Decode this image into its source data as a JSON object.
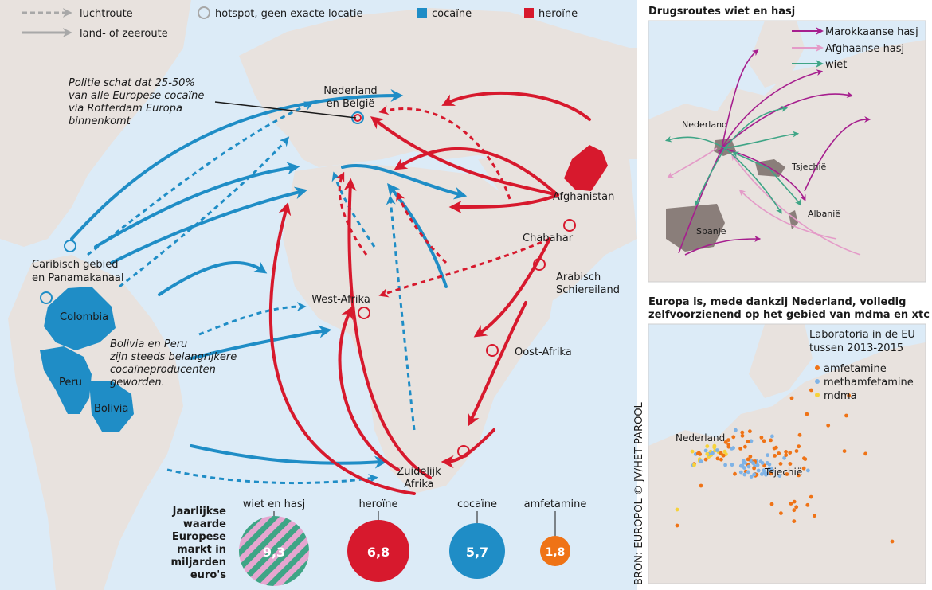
{
  "colors": {
    "cocaine": "#1f8dc6",
    "heroin": "#d7192d",
    "amphetamine": "#ef7316",
    "methamphetamine": "#7fb3e6",
    "mdma": "#f6d23a",
    "land": "#e8e2de",
    "sea": "#dcebf7",
    "producer": "#8a7e7a",
    "moroccan_hash": "#a61e8e",
    "afghan_hash": "#e49bc8",
    "weed": "#3fa586"
  },
  "legend": {
    "air_route": "luchtroute",
    "land_sea_route": "land- of zeeroute",
    "hotspot": "hotspot, geen exacte locatie",
    "cocaine": "cocaïne",
    "heroin": "heroïne"
  },
  "main_map": {
    "annotations": {
      "rotterdam_1": "Politie schat dat 25-50%",
      "rotterdam_2": "van alle Europese cocaïne",
      "rotterdam_3": "via Rotterdam Europa",
      "rotterdam_4": "binnenkomt",
      "bolivia_1": "Bolivia en Peru",
      "bolivia_2": "zijn steeds belangrijkere",
      "bolivia_3": "cocaïneproducenten",
      "bolivia_4": "geworden."
    },
    "places": {
      "nl_be_1": "Nederland",
      "nl_be_2": "en België",
      "caribbean_1": "Caribisch gebied",
      "caribbean_2": "en Panamakanaal",
      "colombia": "Colombia",
      "peru": "Peru",
      "bolivia": "Bolivia",
      "west_africa": "West-Afrika",
      "afghanistan": "Afghanistan",
      "chabahar": "Chabahar",
      "arabian_1": "Arabisch",
      "arabian_2": "Schiereiland",
      "east_africa": "Oost-Afrika",
      "southern_africa_1": "Zuidelijk",
      "southern_africa_2": "Afrika"
    }
  },
  "market": {
    "title_lines": [
      "Jaarlijkse",
      "waarde",
      "Europese",
      "markt in",
      "miljarden",
      "euro's"
    ],
    "items": [
      {
        "label": "wiet en hasj",
        "value": "9,3"
      },
      {
        "label": "heroïne",
        "value": "6,8"
      },
      {
        "label": "cocaïne",
        "value": "5,7"
      },
      {
        "label": "amfetamine",
        "value": "1,8"
      }
    ]
  },
  "hash_map": {
    "title": "Drugsroutes wiet en hasj",
    "legend": {
      "moroccan_hash": "Marokkaanse hasj",
      "afghan_hash": "Afghaanse hasj",
      "weed": "wiet"
    },
    "places": {
      "netherlands": "Nederland",
      "czechia": "Tsjechië",
      "albania": "Albanië",
      "spain": "Spanje"
    }
  },
  "lab_map": {
    "title_1": "Europa is, mede dankzij Nederland, volledig",
    "title_2": "zelfvoorzienend op het gebied van mdma en xtc",
    "legend_title_1": "Laboratoria in de EU",
    "legend_title_2": "tussen 2013-2015",
    "legend": {
      "amphetamine": "amfetamine",
      "methamphetamine": "methamfetamine",
      "mdma": "mdma"
    },
    "places": {
      "netherlands": "Nederland",
      "czechia": "Tsjechië"
    }
  },
  "source": "BRON: EUROPOL © JV/HET PAROOL"
}
